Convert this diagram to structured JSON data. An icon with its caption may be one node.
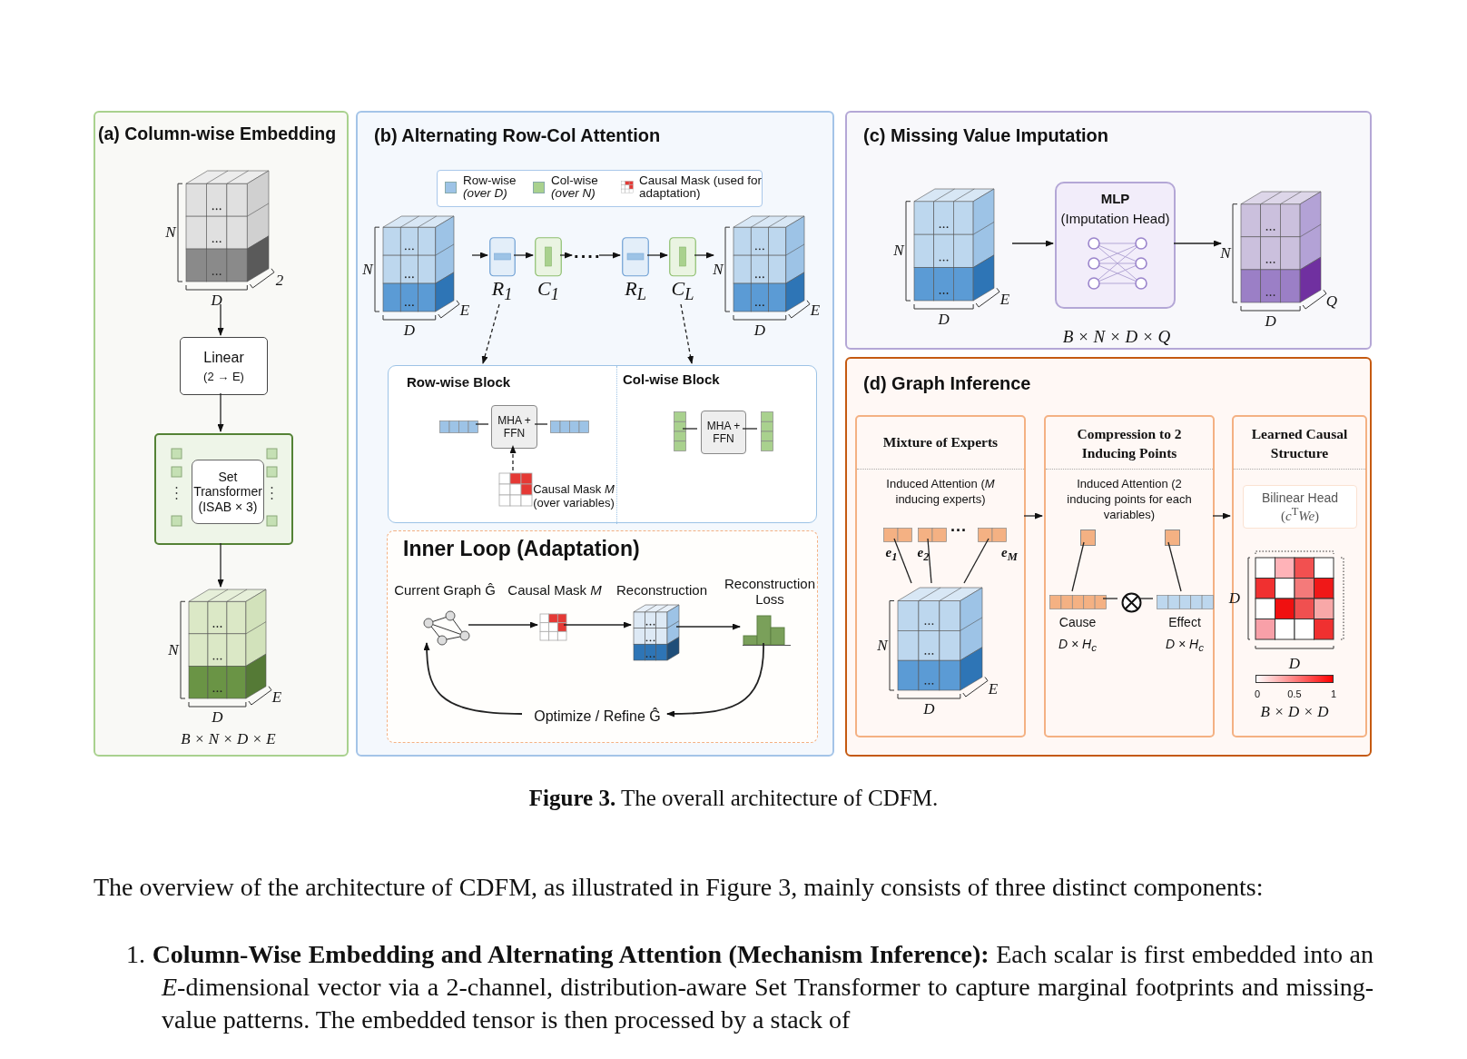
{
  "diagram": {
    "caption": "**Figure 3.** The overall architecture of CDFM.",
    "nodes": [
      {
        "text": [
          "(a) Column-wise Embedding"
        ]
      },
      {
        "text": [],
        "shape": "box",
        "in": 0,
        "beside": [
          "N",
          "D",
          "2"
        ]
      },
      {
        "text": [
          "Linear",
          "(2 → E)"
        ],
        "in": 0
      },
      {
        "text": [],
        "shape": "box",
        "in": 0
      },
      {
        "text": [
          "Set Transformer (ISAB × 3)"
        ],
        "in": 3
      },
      {
        "text": [],
        "shape": "box",
        "in": 0,
        "beside": [
          "N",
          "D",
          "E",
          "B × N × D × E"
        ]
      },
      {
        "text": [
          "(b) Alternating Row-Col Attention"
        ]
      },
      {
        "text": [],
        "shape": "box",
        "in": 6,
        "beside": [
          "N",
          "D",
          "E"
        ]
      },
      {
        "text": [],
        "shape": "box",
        "in": 6,
        "beside": [
          "R$_{1}$"
        ]
      },
      {
        "text": [],
        "shape": "box",
        "in": 6,
        "beside": [
          "C$_{1}$"
        ]
      },
      {
        "text": [
          "····"
        ],
        "in": 6
      },
      {
        "text": [],
        "shape": "box",
        "in": 6,
        "beside": [
          "R$_{L}$"
        ]
      },
      {
        "text": [],
        "shape": "box",
        "in": 6,
        "beside": [
          "C$_{L}$"
        ]
      },
      {
        "text": [],
        "shape": "box",
        "in": 6,
        "beside": [
          "N",
          "D",
          "E"
        ]
      },
      {
        "text": [],
        "shape": "box",
        "in": 6
      },
      {
        "text": [
          "Row-wise Block"
        ],
        "in": 14
      },
      {
        "text": [],
        "shape": "bar",
        "in": 15
      },
      {
        "text": [
          "MHA + FFN"
        ],
        "in": 15
      },
      {
        "text": [],
        "shape": "bar",
        "in": 15
      },
      {
        "text": [],
        "shape": "grid",
        "in": 15,
        "beside": [
          "Causal Mask *M* (over variables)"
        ]
      },
      {
        "text": [
          "Col-wise Block"
        ],
        "in": 14
      },
      {
        "text": [],
        "shape": "bar",
        "in": 20
      },
      {
        "text": [
          "MHA + FFN"
        ],
        "in": 20
      },
      {
        "text": [],
        "shape": "bar",
        "in": 20
      },
      {
        "text": [
          "Inner Loop (Adaptation)"
        ],
        "in": 6
      },
      {
        "text": [],
        "shape": "graph",
        "in": 24,
        "beside": [
          "Current Graph Ĝ"
        ]
      },
      {
        "text": [],
        "shape": "grid",
        "in": 24,
        "beside": [
          "Causal Mask *M*"
        ]
      },
      {
        "text": [],
        "shape": "box",
        "in": 24,
        "beside": [
          "Reconstruction"
        ]
      },
      {
        "text": [],
        "shape": "histogram",
        "in": 24,
        "beside": [
          "Reconstruction Loss"
        ]
      },
      {
        "text": [
          "Optimize / Refine Ĝ"
        ],
        "in": 24
      },
      {
        "text": [
          "(c) Missing Value Imputation"
        ]
      },
      {
        "text": [],
        "shape": "box",
        "in": 30,
        "beside": [
          "N",
          "D",
          "E"
        ]
      },
      {
        "text": [
          "MLP",
          "(Imputation Head)"
        ],
        "in": 30,
        "beside": [
          "B × N × D × Q"
        ]
      },
      {
        "text": [],
        "shape": "box",
        "in": 30,
        "beside": [
          "N",
          "D",
          "Q"
        ]
      },
      {
        "text": [
          "(d) Graph Inference"
        ]
      },
      {
        "text": [
          "Mixture of Experts",
          "Induced Attention (*M* inducing experts)"
        ],
        "in": 34
      },
      {
        "text": [],
        "shape": "bar",
        "in": 35,
        "beside": [
          "*e*$_{1}$"
        ]
      },
      {
        "text": [],
        "shape": "bar",
        "in": 35,
        "beside": [
          "*e*$_{2}$"
        ]
      },
      {
        "text": [],
        "shape": "bar",
        "in": 35,
        "beside": [
          "*e*$_{M}$"
        ]
      },
      {
        "text": [],
        "shape": "box",
        "in": 35,
        "beside": [
          "N",
          "D",
          "E"
        ]
      },
      {
        "text": [
          "Compression to 2 Inducing Points",
          "Induced Attention (2 inducing points for each variables)"
        ],
        "in": 34
      },
      {
        "text": [],
        "shape": "box",
        "in": 40
      },
      {
        "text": [],
        "shape": "box",
        "in": 40
      },
      {
        "text": [],
        "shape": "bar",
        "in": 40,
        "beside": [
          "Cause",
          "D × H$_{c}$"
        ]
      },
      {
        "text": [],
        "shape": "circle",
        "in": 40
      },
      {
        "text": [],
        "shape": "bar",
        "in": 40,
        "beside": [
          "Effect",
          "D × H$_{c}$"
        ]
      },
      {
        "text": [
          "Learned Causal Structure"
        ],
        "in": 34
      },
      {
        "text": [
          "Bilinear Head",
          "(*c*$^{T}$*We*)"
        ],
        "in": 46
      },
      {
        "text": [],
        "shape": "grid",
        "in": 46,
        "beside": [
          "D",
          "D",
          "B × D × D"
        ]
      },
      {
        "text": [],
        "shape": "bar",
        "in": 46,
        "beside": [
          "0",
          "0.5",
          "1"
        ]
      }
    ],
    "edges": [
      {
        "from": 1,
        "to": 2,
        "arrow": "to"
      },
      {
        "from": 2,
        "to": 3,
        "arrow": "to"
      },
      {
        "from": 3,
        "to": 5,
        "arrow": "to"
      },
      {
        "from": 7,
        "to": 8,
        "arrow": "to"
      },
      {
        "from": 8,
        "to": 9,
        "arrow": "to"
      },
      {
        "from": 9,
        "to": 10,
        "arrow": "to"
      },
      {
        "from": 10,
        "to": 11,
        "arrow": "to"
      },
      {
        "from": 11,
        "to": 12,
        "arrow": "to"
      },
      {
        "from": 12,
        "to": 13,
        "arrow": "to"
      },
      {
        "from": 8,
        "to": 15,
        "arrow": "to",
        "style": "dashed"
      },
      {
        "from": 12,
        "to": 20,
        "arrow": "to",
        "style": "dashed"
      },
      {
        "from": 16,
        "to": 17,
        "arrow": "none"
      },
      {
        "from": 17,
        "to": 18,
        "arrow": "none"
      },
      {
        "from": 19,
        "to": 17,
        "arrow": "to",
        "style": "dashed"
      },
      {
        "from": 21,
        "to": 22,
        "arrow": "none"
      },
      {
        "from": 22,
        "to": 23,
        "arrow": "none"
      },
      {
        "from": 25,
        "to": 26,
        "arrow": "to"
      },
      {
        "from": 26,
        "to": 27,
        "arrow": "to"
      },
      {
        "from": 27,
        "to": 28,
        "arrow": "to"
      },
      {
        "from": 28,
        "to": 29,
        "arrow": "to"
      },
      {
        "from": 29,
        "to": 25,
        "arrow": "to"
      },
      {
        "from": 31,
        "to": 32,
        "arrow": "to"
      },
      {
        "from": 32,
        "to": 33,
        "arrow": "to"
      },
      {
        "from": 35,
        "to": 40,
        "arrow": "to"
      },
      {
        "from": 40,
        "to": 46,
        "arrow": "to"
      },
      {
        "from": 36,
        "to": 39,
        "arrow": "none"
      },
      {
        "from": 37,
        "to": 39,
        "arrow": "none"
      },
      {
        "from": 38,
        "to": 39,
        "arrow": "none"
      },
      {
        "from": 41,
        "to": 43,
        "arrow": "none"
      },
      {
        "from": 42,
        "to": 45,
        "arrow": "none"
      },
      {
        "from": 43,
        "to": 44,
        "arrow": "none"
      },
      {
        "from": 44,
        "to": 45,
        "arrow": "none"
      }
    ],
    "labels": [
      "···",
      "The overview of the architecture of CDFM, as illustrated in Figure 3, mainly consists of three distinct components:",
      "1. **Column-Wise Embedding and Alternating Attention (Mechanism Inference):** Each scalar is first embedded into an *E*-dimensional vector via a 2-channel, distribution-aware Set Transformer to capture marginal footprints and missing-value patterns. The embedded tensor is then processed by a stack of"
    ],
    "legend": [
      {
        "text": "Row-wise *(over D)*",
        "color": "#9dc3e6"
      },
      {
        "text": "Col-wise *(over N)*",
        "color": "#a9d18e"
      },
      {
        "text": "Causal Mask (used for adaptation)"
      }
    ]
  }
}
